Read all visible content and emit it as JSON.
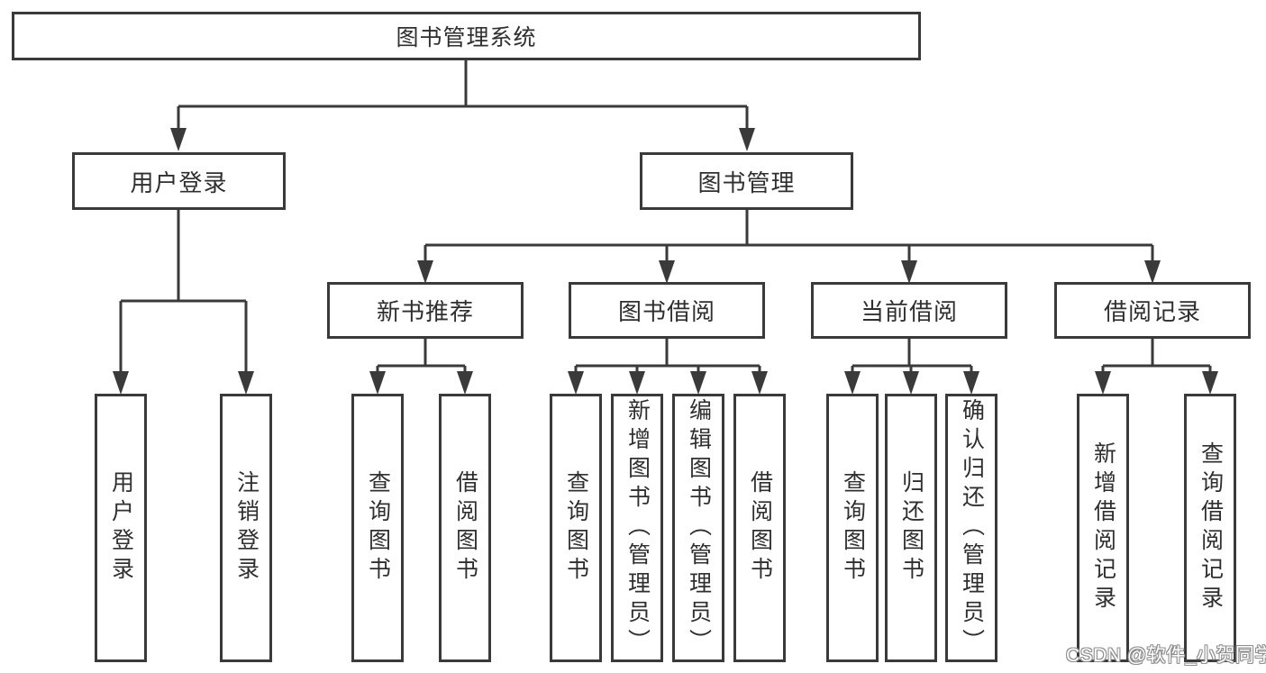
{
  "diagram_title": "图书管理系统",
  "tree": {
    "root": {
      "label": "图书管理系统"
    },
    "branches": [
      {
        "label": "用户登录",
        "children": [
          {
            "label": "用户登录"
          },
          {
            "label": "注销登录"
          }
        ]
      },
      {
        "label": "图书管理",
        "children": [
          {
            "label": "新书推荐",
            "children": [
              {
                "label": "查询图书"
              },
              {
                "label": "借阅图书"
              }
            ]
          },
          {
            "label": "图书借阅",
            "children": [
              {
                "label": "查询图书"
              },
              {
                "label": "新增图书（管理员）"
              },
              {
                "label": "编辑图书（管理员）"
              },
              {
                "label": "借阅图书"
              }
            ]
          },
          {
            "label": "当前借阅",
            "children": [
              {
                "label": "查询图书"
              },
              {
                "label": "归还图书"
              },
              {
                "label": "确认归还（管理员）"
              }
            ]
          },
          {
            "label": "借阅记录",
            "children": [
              {
                "label": "新增借阅记录"
              },
              {
                "label": "查询借阅记录"
              }
            ]
          }
        ]
      }
    ]
  },
  "watermark": {
    "text": "CSDN @软件_小贺同学"
  },
  "colors": {
    "background": "#ffffff",
    "line": "#3a3a3a",
    "box_border": "#3a3a3a",
    "text": "#2f2f2f",
    "watermark_fill": "#ffffff",
    "watermark_outline": "#8f8f8f"
  }
}
